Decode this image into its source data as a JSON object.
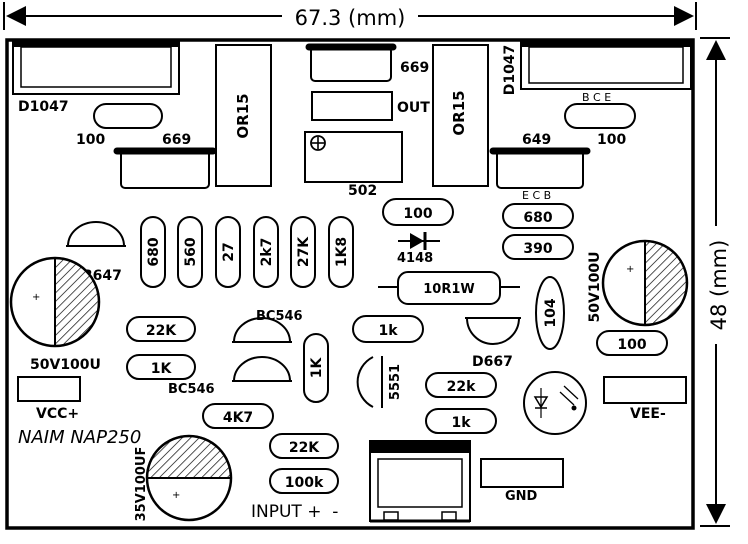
{
  "dimensions": {
    "width_label": "67.3 (mm)",
    "height_label": "48 (mm)"
  },
  "title": "NAIM NAP250",
  "labels": {
    "d1047_left": "D1047",
    "d1047_right": "D1047",
    "r_left_100": "100",
    "q_left_669": "669",
    "or15_left": "OR15",
    "top_669": "669",
    "out": "OUT",
    "or15_right": "OR15",
    "bce": "B  C  E",
    "r_right_100": "100",
    "q_right_649": "649",
    "ecb": "E C B",
    "pot_502": "502",
    "r_100_center": "100",
    "r_680_right": "680",
    "r_390": "390",
    "diode_4148": "4148",
    "r_10r1w": "10R1W",
    "r_680": "680",
    "r_560": "560",
    "r_27": "27",
    "r_2k7": "2k7",
    "r_27k": "27K",
    "r_1k8": "1K8",
    "b647": "B647",
    "c_left": "50V100U",
    "c_right": "50V100U",
    "r_22k_left": "22K",
    "r_1k_left": "1K",
    "bc546_top": "BC546",
    "bc546_bottom": "BC546",
    "r_1k_vertical": "1K",
    "r_1k_mid": "1k",
    "d667": "D667",
    "c_104": "104",
    "r_100_right": "100",
    "cap_5551": "5551",
    "r_22k_mid": "22k",
    "r_1k_bottom": "1k",
    "vcc": "VCC+",
    "vee": "VEE-",
    "r_4k7": "4K7",
    "r_22k_bottom": "22K",
    "r_100k": "100k",
    "c_bottom": "35V100UF",
    "input": "INPUT +  -",
    "gnd": "GND"
  }
}
